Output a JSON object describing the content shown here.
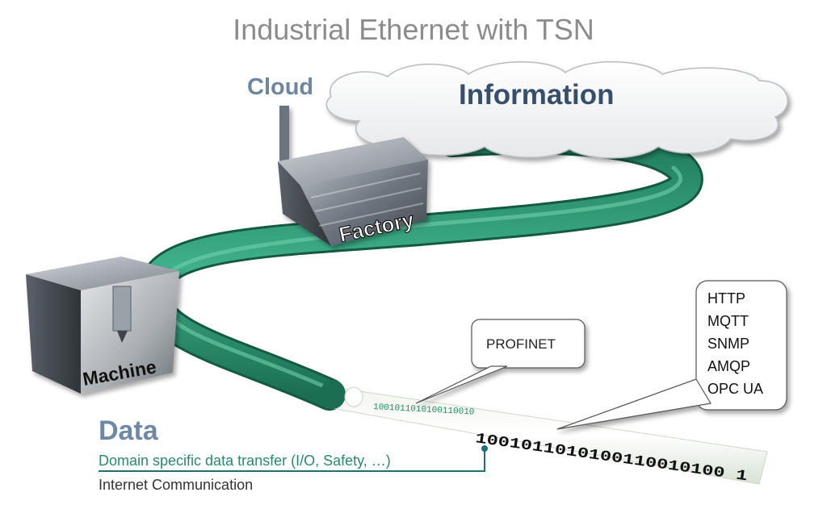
{
  "title": "Industrial Ethernet with TSN",
  "cloud": {
    "label": "Cloud",
    "text": "Information"
  },
  "nodes": {
    "factory": "Factory",
    "machine": "Machine"
  },
  "data": {
    "heading": "Data",
    "domain_specific": "Domain specific data transfer (I/O, Safety, …)",
    "internet": "Internet Communication"
  },
  "callouts": {
    "profinet": "PROFINET",
    "protocols": [
      "HTTP",
      "MQTT",
      "SNMP",
      "AMQP",
      "OPC UA"
    ]
  },
  "bits": {
    "small": "1001011010100110010",
    "large": "1001011010100110010100 1"
  },
  "colors": {
    "cable": "#2a9370",
    "title": "#8c8c8c",
    "info": "#36506b",
    "domain": "#2a8a68"
  }
}
